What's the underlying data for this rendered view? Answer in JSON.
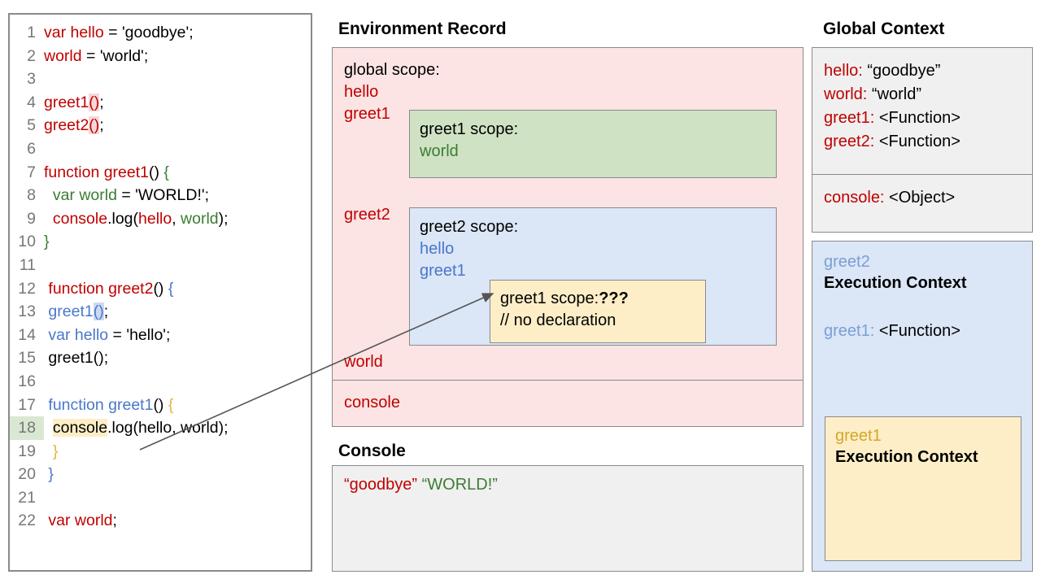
{
  "code_panel": {
    "lines": [
      {
        "num": "1",
        "tokens": [
          {
            "t": "var hello",
            "c": "red"
          },
          {
            "t": " = 'goodbye';",
            "c": "plain"
          }
        ]
      },
      {
        "num": "2",
        "tokens": [
          {
            "t": "world",
            "c": "red"
          },
          {
            "t": " = 'world';",
            "c": "plain"
          }
        ]
      },
      {
        "num": "3",
        "tokens": []
      },
      {
        "num": "4",
        "tokens": [
          {
            "t": "greet1",
            "c": "red"
          },
          {
            "t": "()",
            "c": "red",
            "hl": "pink"
          },
          {
            "t": ";",
            "c": "plain"
          }
        ]
      },
      {
        "num": "5",
        "tokens": [
          {
            "t": "greet2",
            "c": "red"
          },
          {
            "t": "()",
            "c": "red",
            "hl": "pink"
          },
          {
            "t": ";",
            "c": "plain"
          }
        ]
      },
      {
        "num": "6",
        "tokens": []
      },
      {
        "num": "7",
        "tokens": [
          {
            "t": "function greet1",
            "c": "red"
          },
          {
            "t": "() ",
            "c": "plain"
          },
          {
            "t": "{",
            "c": "green"
          }
        ]
      },
      {
        "num": "8",
        "tokens": [
          {
            "t": "  ",
            "c": "plain"
          },
          {
            "t": "var world",
            "c": "green"
          },
          {
            "t": " = 'WORLD!';",
            "c": "plain"
          }
        ]
      },
      {
        "num": "9",
        "tokens": [
          {
            "t": "  ",
            "c": "plain"
          },
          {
            "t": "console",
            "c": "red"
          },
          {
            "t": ".log(",
            "c": "plain"
          },
          {
            "t": "hello",
            "c": "red"
          },
          {
            "t": ", ",
            "c": "plain"
          },
          {
            "t": "world",
            "c": "green"
          },
          {
            "t": ");",
            "c": "plain"
          }
        ]
      },
      {
        "num": "10",
        "tokens": [
          {
            "t": "}",
            "c": "green"
          }
        ]
      },
      {
        "num": "11",
        "tokens": []
      },
      {
        "num": "12",
        "tokens": [
          {
            "t": " function greet2",
            "c": "red"
          },
          {
            "t": "() ",
            "c": "plain"
          },
          {
            "t": "{",
            "c": "blue"
          }
        ]
      },
      {
        "num": "13",
        "tokens": [
          {
            "t": " ",
            "c": "plain"
          },
          {
            "t": "greet1",
            "c": "blue"
          },
          {
            "t": "()",
            "c": "blue",
            "hl": "blue"
          },
          {
            "t": ";",
            "c": "plain"
          }
        ]
      },
      {
        "num": "14",
        "tokens": [
          {
            "t": " ",
            "c": "plain"
          },
          {
            "t": "var hello",
            "c": "blue"
          },
          {
            "t": " = 'hello';",
            "c": "plain"
          }
        ]
      },
      {
        "num": "15",
        "tokens": [
          {
            "t": " greet1();",
            "c": "plain"
          }
        ]
      },
      {
        "num": "16",
        "tokens": []
      },
      {
        "num": "17",
        "tokens": [
          {
            "t": " ",
            "c": "plain"
          },
          {
            "t": "function greet1",
            "c": "blue"
          },
          {
            "t": "() ",
            "c": "plain"
          },
          {
            "t": "{",
            "c": "orange"
          }
        ]
      },
      {
        "num": "18",
        "hl_line": true,
        "tokens": [
          {
            "t": "  ",
            "c": "plain"
          },
          {
            "t": "console",
            "c": "plain",
            "hl": "yellow"
          },
          {
            "t": ".log(hello, world);",
            "c": "plain"
          }
        ]
      },
      {
        "num": "19",
        "tokens": [
          {
            "t": "  ",
            "c": "plain"
          },
          {
            "t": "}",
            "c": "orange"
          }
        ]
      },
      {
        "num": "20",
        "tokens": [
          {
            "t": " ",
            "c": "plain"
          },
          {
            "t": "}",
            "c": "blue"
          }
        ]
      },
      {
        "num": "21",
        "tokens": []
      },
      {
        "num": "22",
        "tokens": [
          {
            "t": " ",
            "c": "plain"
          },
          {
            "t": "var world",
            "c": "red"
          },
          {
            "t": ";",
            "c": "plain"
          }
        ]
      }
    ]
  },
  "environment_record": {
    "title": "Environment Record",
    "global_scope_label": "global scope:",
    "global_bindings": [
      "hello",
      "greet1",
      "greet2",
      "world"
    ],
    "console_binding": "console",
    "greet1_scope": {
      "title": "greet1 scope:",
      "vars": [
        "world"
      ]
    },
    "greet2_scope": {
      "title": "greet2 scope:",
      "vars": [
        "hello",
        "greet1"
      ],
      "inner_note": {
        "title": "greet1 scope:",
        "unknown": "???",
        "comment": "// no declaration"
      }
    }
  },
  "console_panel": {
    "title": "Console",
    "outputs": [
      {
        "text": "“goodbye”",
        "color": "#c00000"
      },
      {
        "text": "“WORLD!”",
        "color": "#3c7c34"
      }
    ]
  },
  "global_context": {
    "title": "Global Context",
    "variables": [
      {
        "key": "hello",
        "value": "“goodbye”"
      },
      {
        "key": "world",
        "value": "“world”"
      },
      {
        "key": "greet1",
        "value": "<Function>"
      },
      {
        "key": "greet2",
        "value": "<Function>"
      }
    ],
    "objects": [
      {
        "key": "console",
        "value": "<Object>"
      }
    ],
    "greet2_execution_context": {
      "name": "greet2",
      "label": "Execution Context",
      "variables": [
        {
          "key": "greet1",
          "value": "<Function>"
        }
      ],
      "greet1_execution_context": {
        "name": "greet1",
        "label": "Execution Context"
      }
    }
  },
  "colors": {
    "red": "#c00000",
    "green": "#3c7c34",
    "blue": "#4a77c9",
    "orange": "#e8b33c",
    "env_record_bg": "#fce4e4",
    "greet1_scope_bg": "#cfe3c4",
    "greet2_scope_bg": "#dbe6f7",
    "unknown_box_bg": "#fdeec7",
    "panel_bg": "#f0f0f0",
    "border": "#8a8a8a"
  }
}
